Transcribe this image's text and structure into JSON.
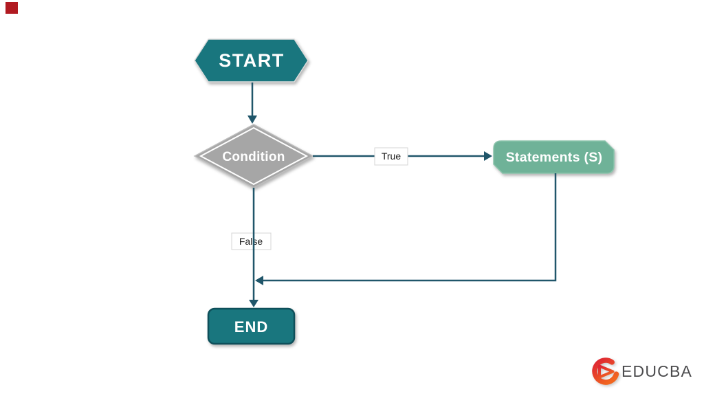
{
  "page": {
    "background": "#FFFFFF"
  },
  "decorations": {
    "corner_square_color": "#B11A21"
  },
  "colors": {
    "node_fill_teal": "#19767E",
    "node_stroke_light": "#DCDCDC",
    "end_stroke": "#0E4F5A",
    "diamond_fill": "#A6A6A6",
    "diamond_stroke": "#BDBDBD",
    "diamond_inner_stroke": "#FFFFFF",
    "statements_fill": "#6FB298",
    "statements_stroke": "#8CC4AC",
    "connector": "#20566A",
    "label_box_fill": "#FFFFFF",
    "label_box_stroke": "#D4D4D4",
    "label_text": "#1B1B1B",
    "node_text": "#FFFFFF",
    "logo_text_color": "#4B4B4D",
    "logo_red": "#DD2335",
    "logo_orange": "#F2661F"
  },
  "flowchart": {
    "start": "START",
    "condition": "Condition",
    "true_branch": "True",
    "statements": "Statements (S)",
    "false_branch": "False",
    "end": "END"
  },
  "branding": {
    "logo_text": "EDUCBA"
  }
}
